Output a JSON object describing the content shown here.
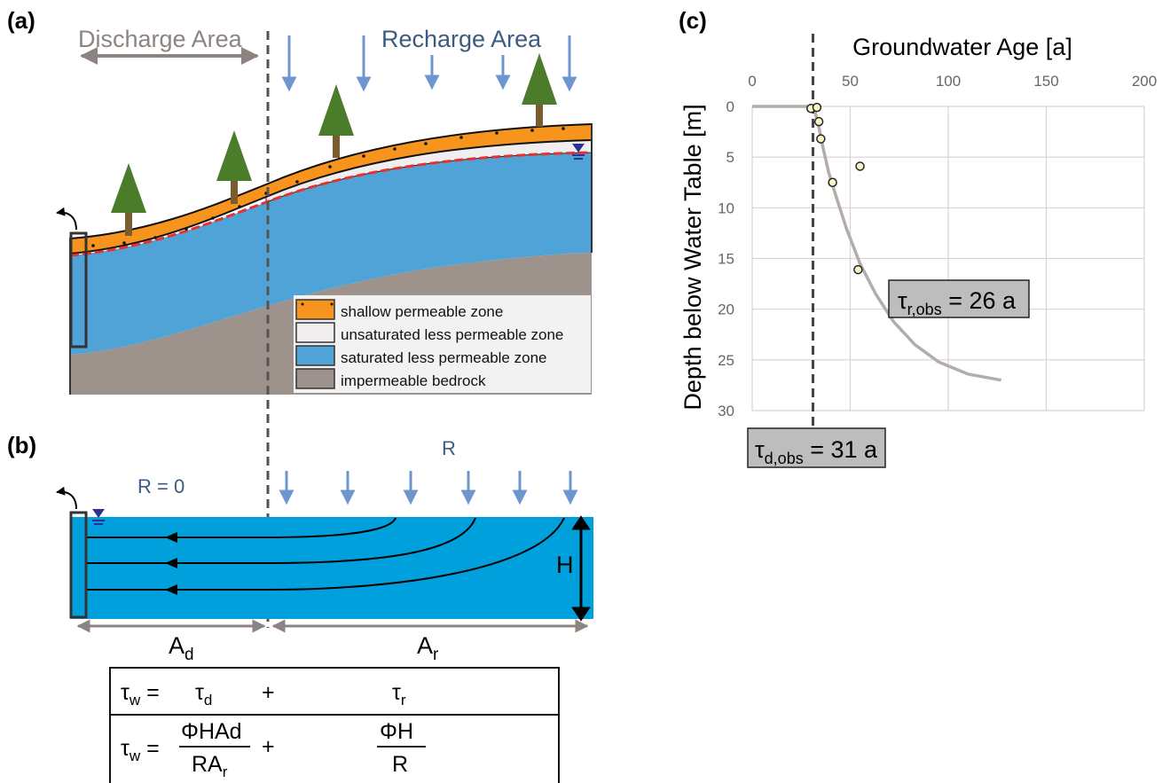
{
  "panels": {
    "a": {
      "label": "(a)",
      "discharge_area": "Discharge Area",
      "recharge_area": "Recharge Area",
      "legend": [
        {
          "text": "shallow permeable zone",
          "color": "#f7941d"
        },
        {
          "text": "unsaturated less permeable zone",
          "color": "#f1eef0"
        },
        {
          "text": "saturated less permeable zone",
          "color": "#4fa3d6"
        },
        {
          "text": "impermeable bedrock",
          "color": "#9e928c"
        }
      ]
    },
    "b": {
      "label": "(b)",
      "r_zero": "R = 0",
      "r": "R",
      "h": "H",
      "a_d": {
        "main": "A",
        "sub": "d"
      },
      "a_r": {
        "main": "A",
        "sub": "r"
      }
    },
    "c": {
      "label": "(c)",
      "tau_r": {
        "main": "τ",
        "sub": "r,obs",
        "rest": " = 26 a"
      },
      "tau_d": {
        "main": "τ",
        "sub": "d,obs",
        "rest": " = 31 a"
      }
    }
  },
  "equation": {
    "row1": {
      "lhs_main": "τ",
      "lhs_sub": "w",
      "eq": " =",
      "t1_main": "τ",
      "t1_sub": "d",
      "plus": "+",
      "t2_main": "τ",
      "t2_sub": "r"
    },
    "row2": {
      "lhs_main": "τ",
      "lhs_sub": "w",
      "eq": " =",
      "num1": "ΦHAd",
      "den1_main": "RA",
      "den1_sub": "r",
      "plus": "+",
      "num2": "ΦH",
      "den2": "R"
    }
  },
  "colors": {
    "orange": "#f7941d",
    "blue_a": "#4fa3d6",
    "blue_b": "#00a0dc",
    "bedrock": "#9e928c",
    "tree": "#4a7c2a",
    "trunk": "#7a5c2e",
    "arrow_blue": "#6f95cf",
    "grey_arrow": "#8c8480",
    "red_line": "#e8312f",
    "curve": "#b3aca9",
    "point_fill": "#fbf6c6",
    "label_box": "#bdbdbd",
    "text_blue": "#3d5a80"
  },
  "chart_data": {
    "type": "scatter",
    "title": "Groundwater Age [a]",
    "xlabel": "Groundwater Age [a]",
    "ylabel": "Depth below Water Table [m]",
    "xlim": [
      0,
      200
    ],
    "ylim": [
      30,
      0
    ],
    "x_ticks": [
      0,
      50,
      100,
      150,
      200
    ],
    "y_ticks": [
      0,
      5,
      10,
      15,
      20,
      25,
      30
    ],
    "x_axis_position": "top",
    "grid": true,
    "points": [
      {
        "x": 30,
        "y": 0.2
      },
      {
        "x": 33,
        "y": 0.1
      },
      {
        "x": 34,
        "y": 1.5
      },
      {
        "x": 35,
        "y": 3.2
      },
      {
        "x": 41,
        "y": 7.5
      },
      {
        "x": 55,
        "y": 5.9
      },
      {
        "x": 54,
        "y": 16.1
      }
    ],
    "model_curve": [
      {
        "x": 0,
        "y": 0
      },
      {
        "x": 31,
        "y": 0
      },
      {
        "x": 32,
        "y": 0.5
      },
      {
        "x": 34,
        "y": 2
      },
      {
        "x": 36,
        "y": 4
      },
      {
        "x": 39,
        "y": 6.5
      },
      {
        "x": 43,
        "y": 9
      },
      {
        "x": 48,
        "y": 12
      },
      {
        "x": 55,
        "y": 15.5
      },
      {
        "x": 63,
        "y": 18.5
      },
      {
        "x": 72,
        "y": 21.2
      },
      {
        "x": 83,
        "y": 23.5
      },
      {
        "x": 95,
        "y": 25.2
      },
      {
        "x": 110,
        "y": 26.4
      },
      {
        "x": 127,
        "y": 27
      }
    ],
    "reference_line_x": 31,
    "annotations": [
      "τr,obs = 26 a",
      "τd,obs = 31 a"
    ]
  }
}
